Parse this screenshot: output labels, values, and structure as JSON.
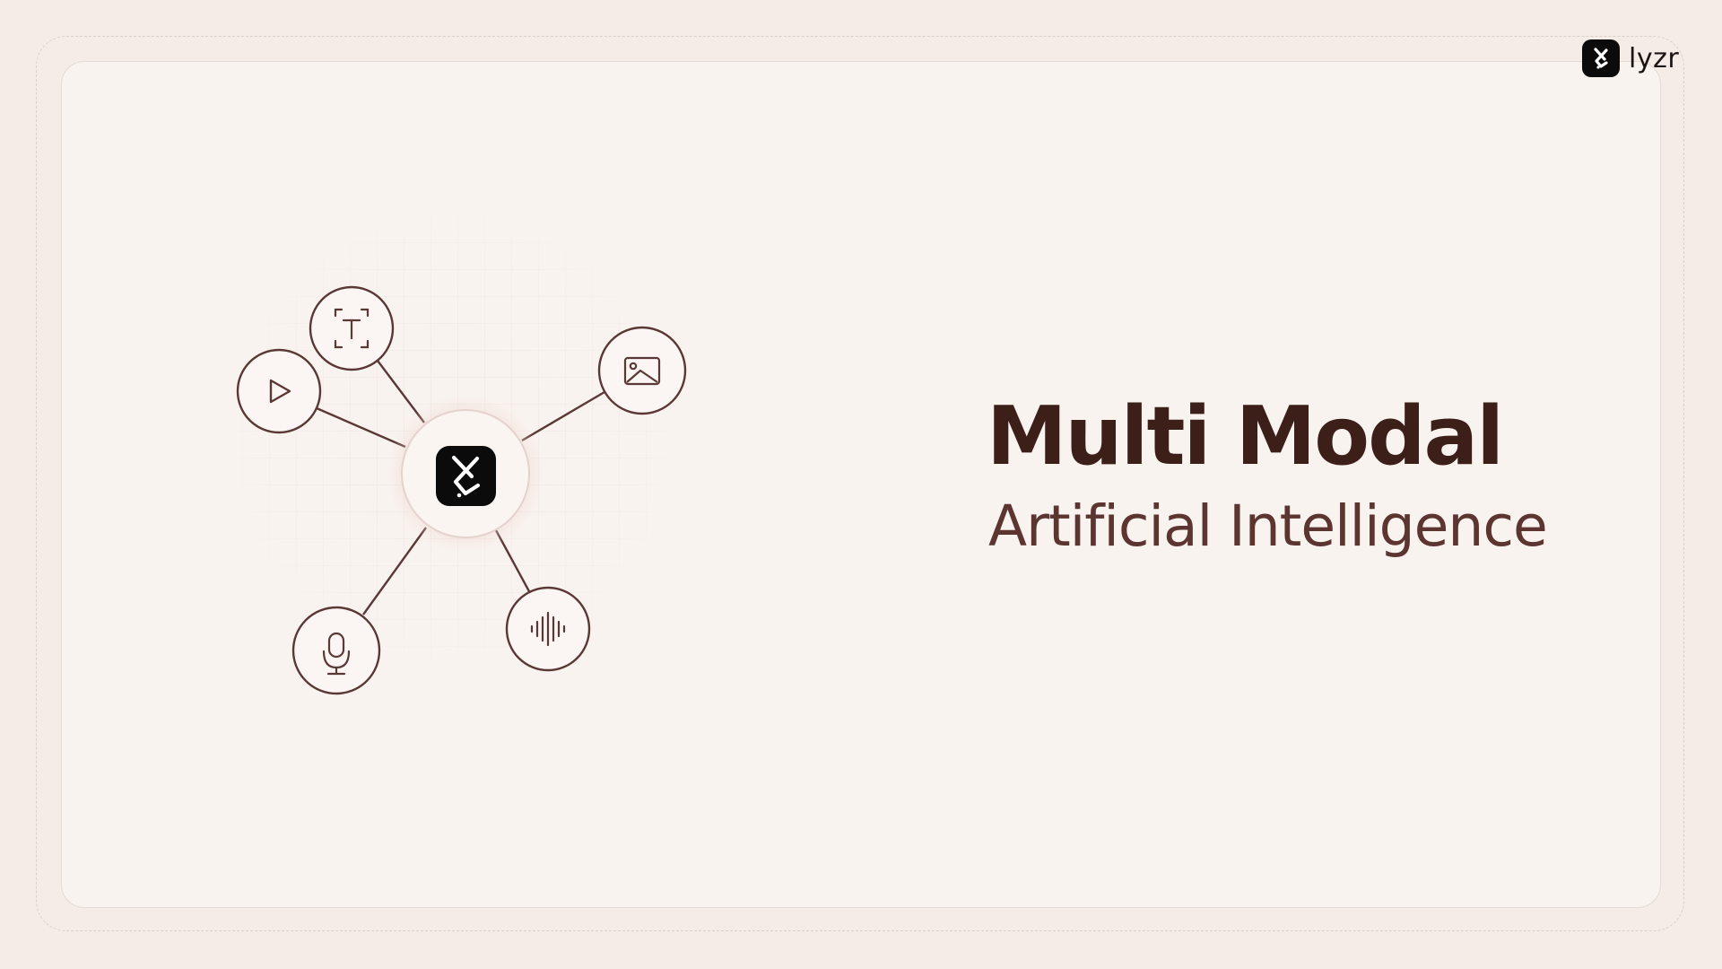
{
  "brand": {
    "name": "lyzr",
    "logo_icon": "lyzr-logo-icon"
  },
  "hero": {
    "title": "Multi Modal",
    "subtitle": "Artificial Intelligence"
  },
  "diagram": {
    "hub_icon": "lyzr-logo-icon",
    "nodes": [
      {
        "icon": "text-scan-icon",
        "glyph": "T"
      },
      {
        "icon": "play-icon"
      },
      {
        "icon": "image-icon"
      },
      {
        "icon": "microphone-icon"
      },
      {
        "icon": "audio-waveform-icon"
      }
    ]
  },
  "colors": {
    "background": "#f5ece8",
    "card": "#f9f3f0",
    "stroke": "#5a3835",
    "title": "#3d1f19",
    "subtitle": "#5c3530",
    "logo_bg": "#0b0b0b"
  }
}
